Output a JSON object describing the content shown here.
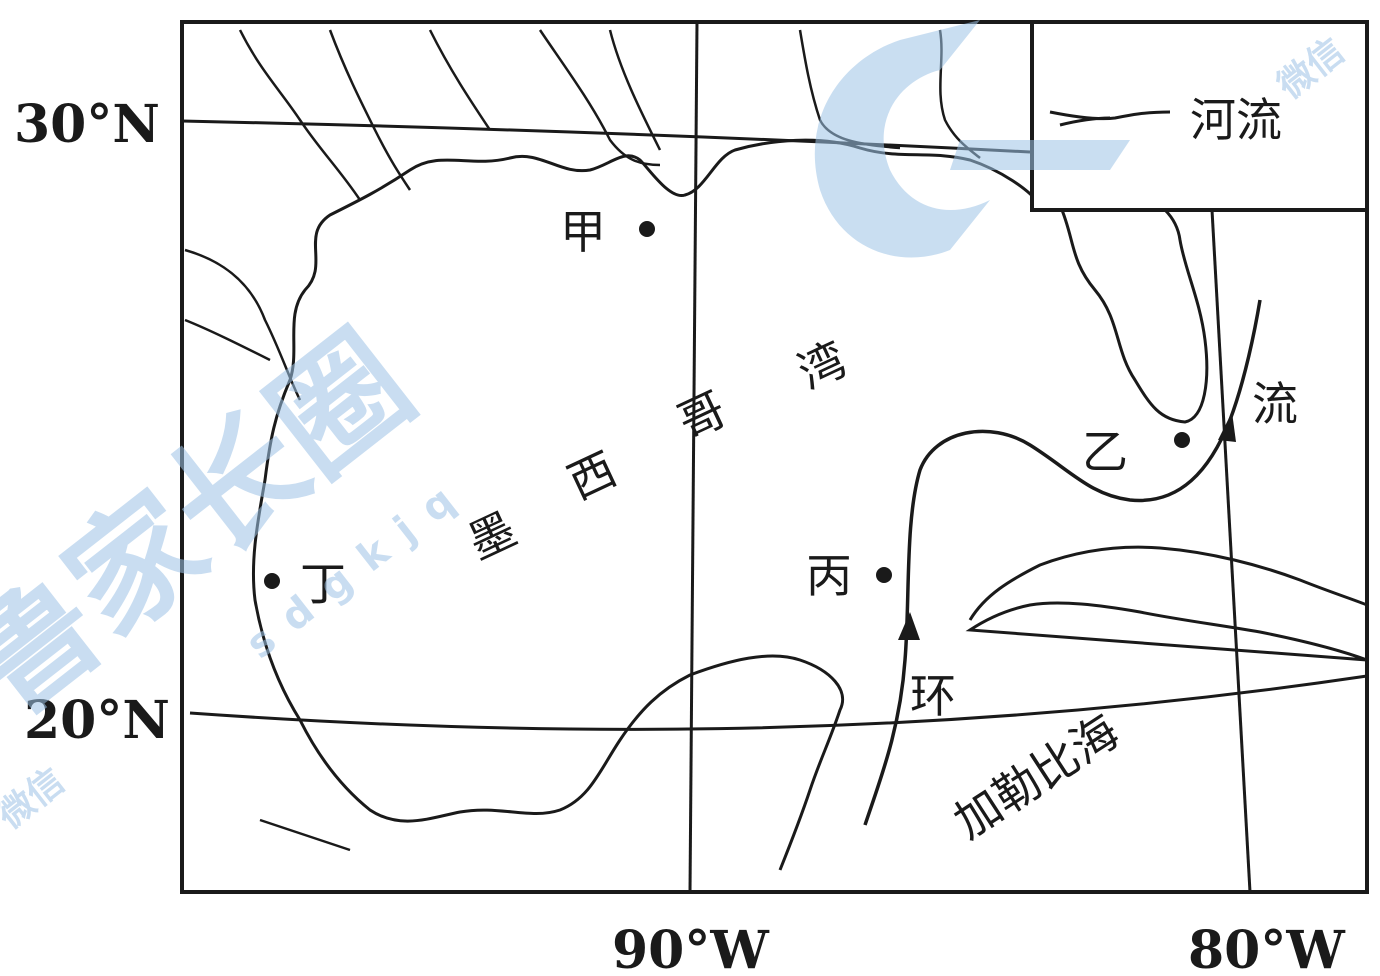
{
  "map": {
    "lat_labels": {
      "north": "30°N",
      "south": "20°N"
    },
    "lon_labels": {
      "west": "90°W",
      "east": "80°W"
    },
    "places": {
      "jia": "甲",
      "yi": "乙",
      "bing": "丙",
      "ding": "丁"
    },
    "sea_labels": {
      "gulf_chars": [
        "墨",
        "西",
        "哥",
        "湾"
      ],
      "caribbean": "加勒比海"
    },
    "current_labels": {
      "huan": "环",
      "liu": "流"
    },
    "legend": {
      "river_label": "河流"
    }
  },
  "watermark": {
    "main": "鲁家长圈",
    "sub": "sdgkjq",
    "small": "微信"
  }
}
